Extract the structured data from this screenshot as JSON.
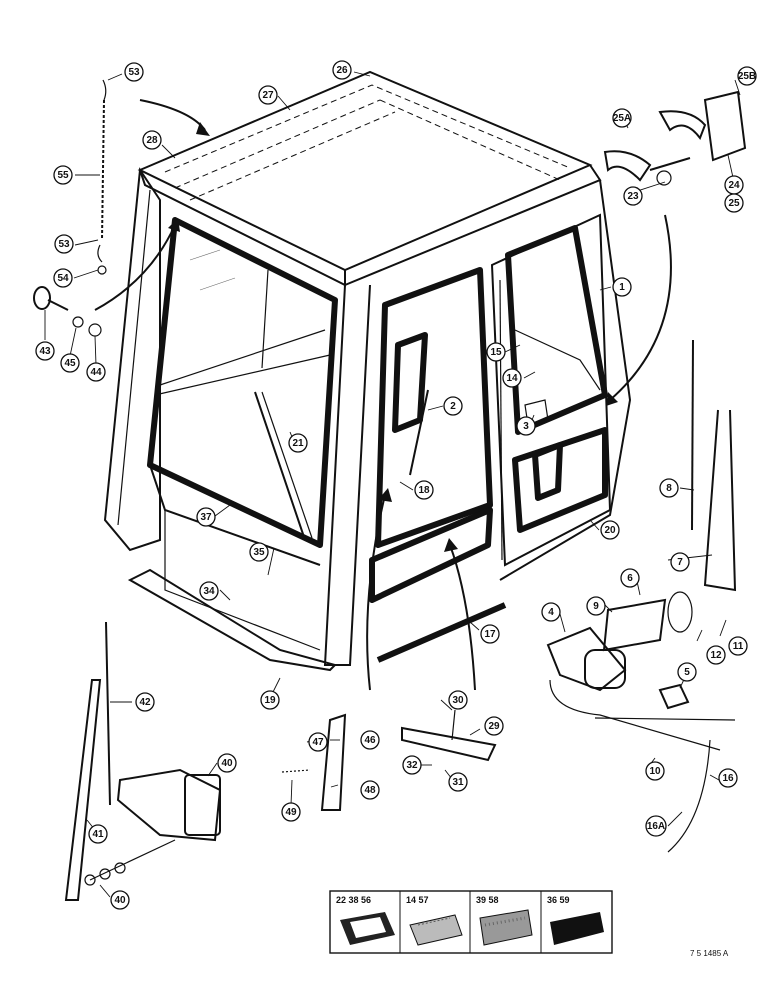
{
  "callouts": [
    {
      "label": "53"
    },
    {
      "label": "55"
    },
    {
      "label": "53"
    },
    {
      "label": "54"
    },
    {
      "label": "43"
    },
    {
      "label": "45"
    },
    {
      "label": "44"
    },
    {
      "label": "26"
    },
    {
      "label": "27"
    },
    {
      "label": "28"
    },
    {
      "label": "25B"
    },
    {
      "label": "25A"
    },
    {
      "label": "24"
    },
    {
      "label": "25"
    },
    {
      "label": "23"
    },
    {
      "label": "1"
    },
    {
      "label": "15"
    },
    {
      "label": "14"
    },
    {
      "label": "2"
    },
    {
      "label": "3"
    },
    {
      "label": "21"
    },
    {
      "label": "18"
    },
    {
      "label": "37"
    },
    {
      "label": "20"
    },
    {
      "label": "8"
    },
    {
      "label": "7"
    },
    {
      "label": "6"
    },
    {
      "label": "9"
    },
    {
      "label": "4"
    },
    {
      "label": "35"
    },
    {
      "label": "34"
    },
    {
      "label": "17"
    },
    {
      "label": "19"
    },
    {
      "label": "5"
    },
    {
      "label": "12"
    },
    {
      "label": "11"
    },
    {
      "label": "30"
    },
    {
      "label": "29"
    },
    {
      "label": "32"
    },
    {
      "label": "31"
    },
    {
      "label": "46"
    },
    {
      "label": "47"
    },
    {
      "label": "48"
    },
    {
      "label": "49"
    },
    {
      "label": "42"
    },
    {
      "label": "40"
    },
    {
      "label": "41"
    },
    {
      "label": "40"
    },
    {
      "label": "10"
    },
    {
      "label": "16"
    },
    {
      "label": "16A"
    }
  ],
  "legend": [
    {
      "label": "22 38 56"
    },
    {
      "label": "14 57"
    },
    {
      "label": "39 58"
    },
    {
      "label": "36 59"
    }
  ],
  "drawing_code": "7 5 1485 A"
}
